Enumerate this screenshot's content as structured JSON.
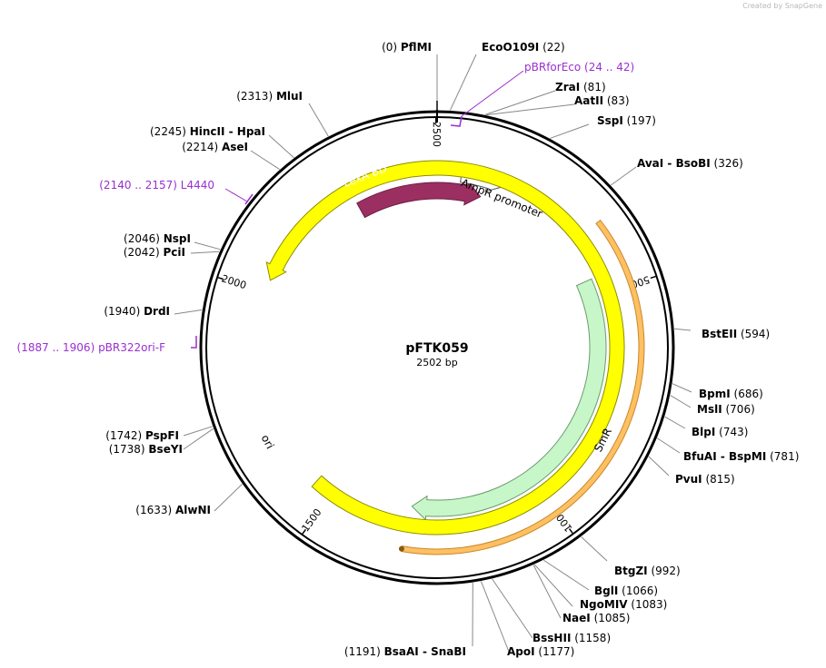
{
  "credit": "Created by SnapGene",
  "plasmid": {
    "name": "pFTK059",
    "size": 2502,
    "size_label": "2502 bp"
  },
  "ticks": [
    "500",
    "1000",
    "1500",
    "2000",
    "2500"
  ],
  "features": [
    {
      "label": "LexA BD",
      "color": "#9c2f62"
    },
    {
      "label": "AmpR promoter",
      "color": "#ffffff"
    },
    {
      "label": "SmR",
      "color": "#c7f7c8"
    },
    {
      "label": "ori",
      "color": "#ffff00"
    }
  ],
  "primers": [
    {
      "name": "pBRforEco",
      "range": "(24 .. 42)"
    },
    {
      "name": "L4440",
      "range": "(2140 .. 2157)"
    },
    {
      "name": "pBR322ori-F",
      "range": "(1887 .. 1906)"
    }
  ],
  "sites": [
    {
      "name": "PflMI",
      "pos": "(0)"
    },
    {
      "name": "EcoO109I",
      "pos": "(22)"
    },
    {
      "name": "ZraI",
      "pos": "(81)"
    },
    {
      "name": "AatII",
      "pos": "(83)"
    },
    {
      "name": "SspI",
      "pos": "(197)"
    },
    {
      "name": "AvaI  - BsoBI",
      "pos": "(326)"
    },
    {
      "name": "BstEII",
      "pos": "(594)"
    },
    {
      "name": "BpmI",
      "pos": "(686)"
    },
    {
      "name": "MslI",
      "pos": "(706)"
    },
    {
      "name": "BlpI",
      "pos": "(743)"
    },
    {
      "name": "BfuAI  - BspMI",
      "pos": "(781)"
    },
    {
      "name": "PvuI",
      "pos": "(815)"
    },
    {
      "name": "BtgZI",
      "pos": "(992)"
    },
    {
      "name": "BglI",
      "pos": "(1066)"
    },
    {
      "name": "NgoMIV",
      "pos": "(1083)"
    },
    {
      "name": "NaeI",
      "pos": "(1085)"
    },
    {
      "name": "BssHII",
      "pos": "(1158)"
    },
    {
      "name": "ApoI",
      "pos": "(1177)"
    },
    {
      "name": "BsaAI  - SnaBI",
      "pos": "(1191)"
    },
    {
      "name": "AlwNI",
      "pos": "(1633)"
    },
    {
      "name": "BseYI",
      "pos": "(1738)"
    },
    {
      "name": "PspFI",
      "pos": "(1742)"
    },
    {
      "name": "DrdI",
      "pos": "(1940)"
    },
    {
      "name": "PciI",
      "pos": "(2042)"
    },
    {
      "name": "NspI",
      "pos": "(2046)"
    },
    {
      "name": "AseI",
      "pos": "(2214)"
    },
    {
      "name": "HincII  - HpaI",
      "pos": "(2245)"
    },
    {
      "name": "MluI",
      "pos": "(2313)"
    }
  ]
}
